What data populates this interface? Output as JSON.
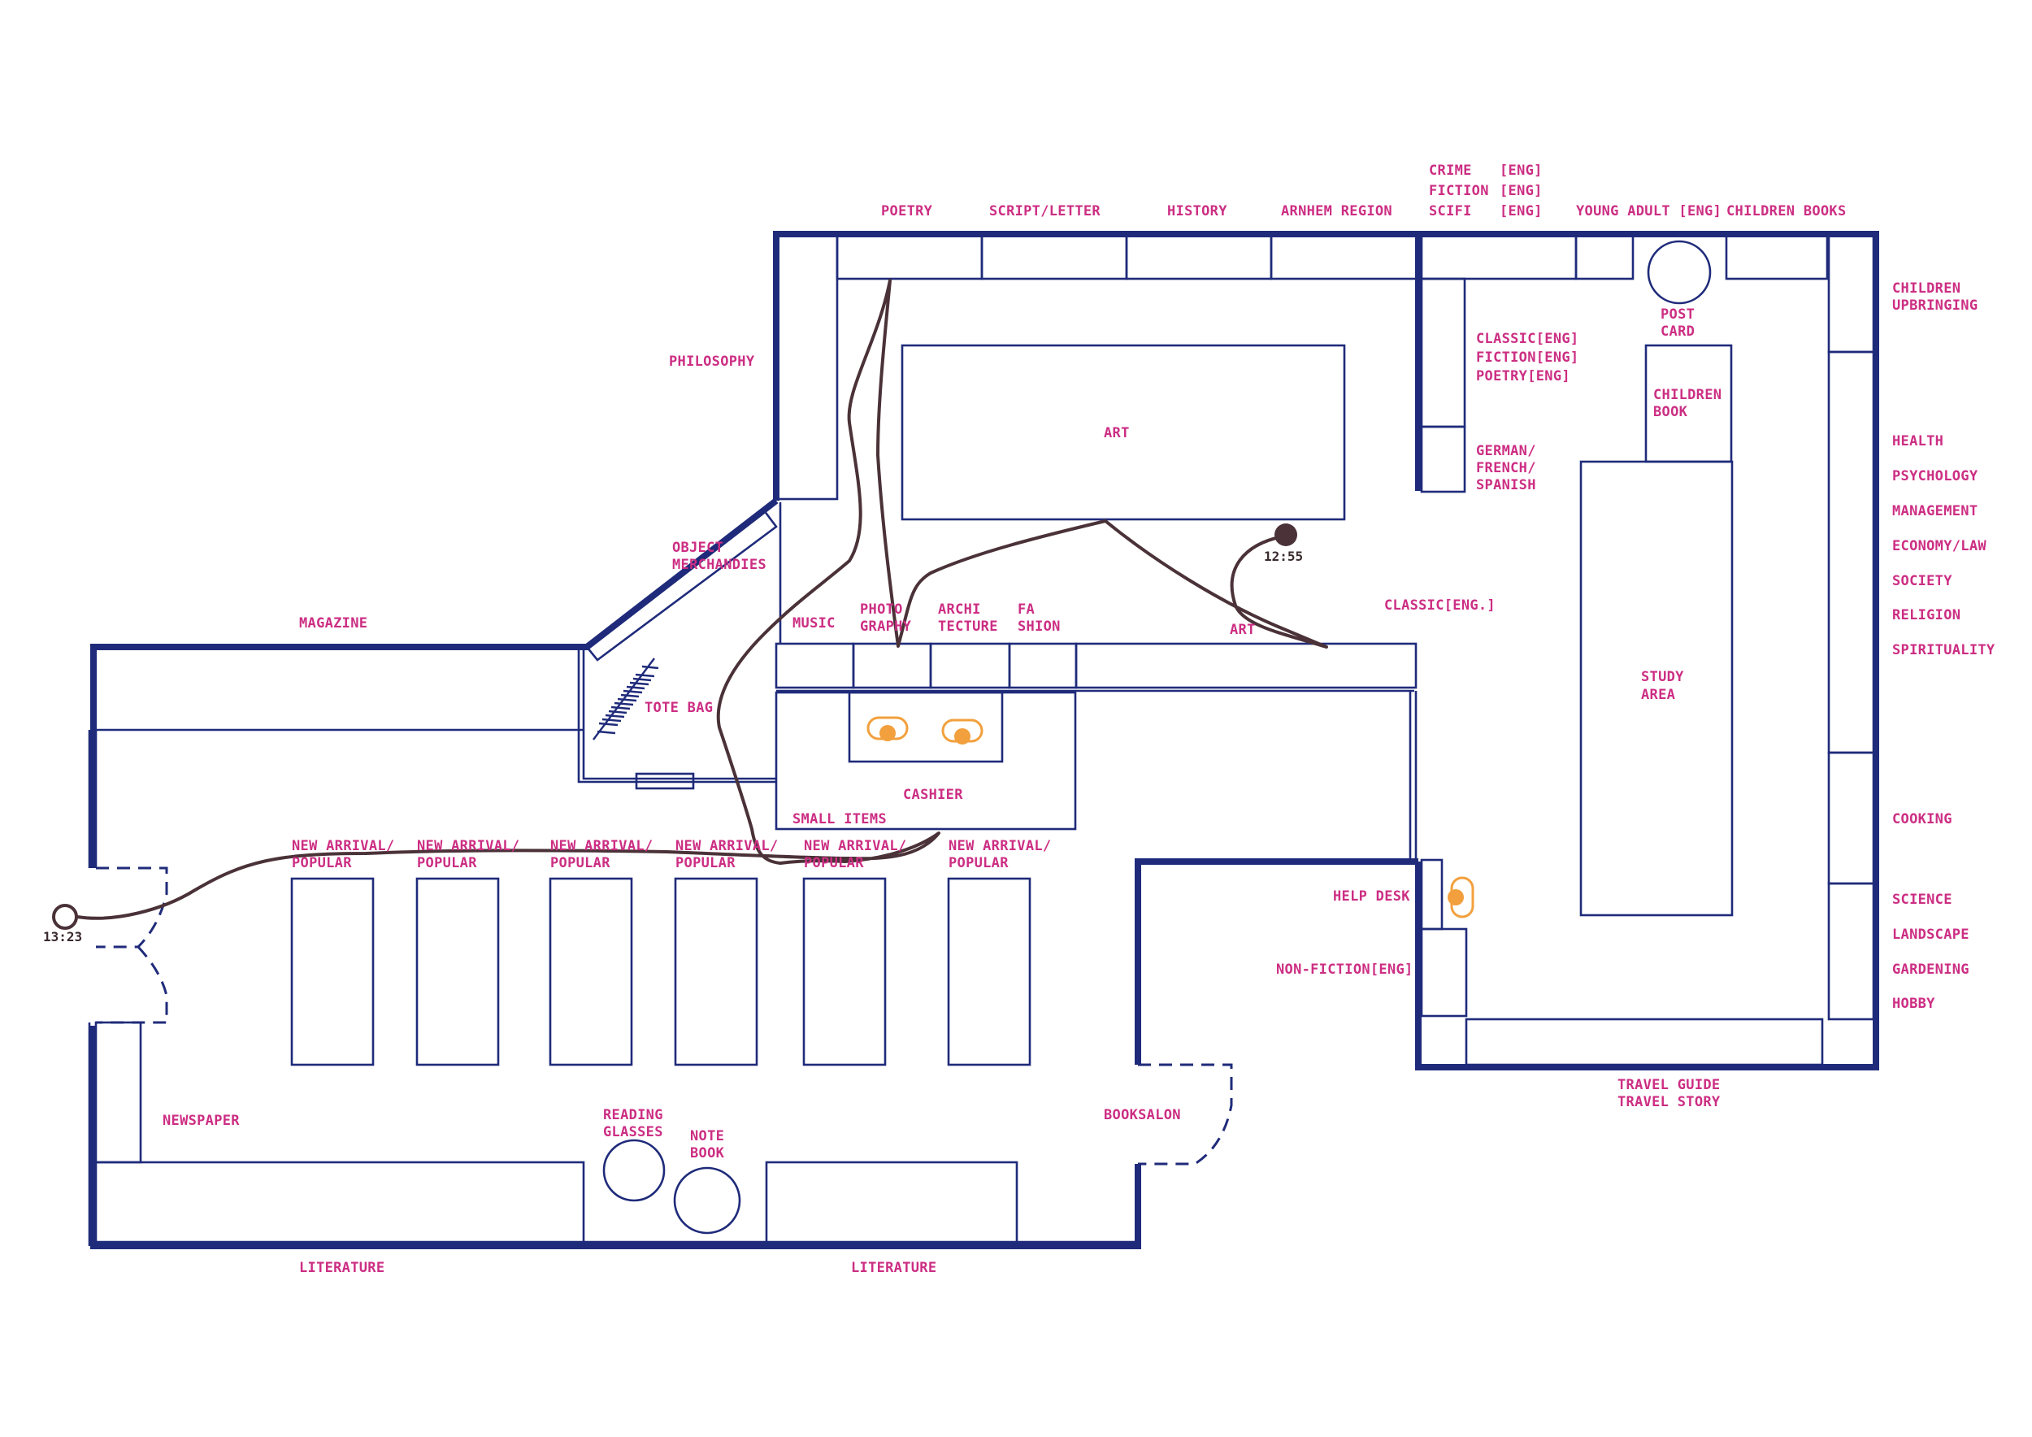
{
  "colors": {
    "wall": "#1f2b7a",
    "label": "#cc2e83",
    "path": "#4a3238",
    "staff": "#f2a03d"
  },
  "labels": {
    "poetry": "POETRY",
    "script_letter": "SCRIPT/LETTER",
    "history": "HISTORY",
    "arnhem_region": "ARNHEM REGION",
    "crime": "CRIME",
    "fiction": "FICTION",
    "scifi": "SCIFI",
    "eng": "[ENG]",
    "young_adult": "YOUNG ADULT [ENG]",
    "children_books": "CHILDREN BOOKS",
    "children_upbringing_1": "CHILDREN",
    "children_upbringing_2": "UPBRINGING",
    "post_card_1": "POST",
    "post_card_2": "CARD",
    "classic_eng_1": "CLASSIC[ENG]",
    "fiction_eng": "FICTION[ENG]",
    "poetry_eng": "POETRY[ENG]",
    "children_book_1": "CHILDREN",
    "children_book_2": "BOOK",
    "philosophy": "PHILOSOPHY",
    "art_table": "ART",
    "german": "GERMAN/",
    "french": "FRENCH/",
    "spanish": "SPANISH",
    "health": "HEALTH",
    "psychology": "PSYCHOLOGY",
    "management": "MANAGEMENT",
    "economy_law": "ECONOMY/LAW",
    "society": "SOCIETY",
    "religion": "RELIGION",
    "spirituality": "SPIRITUALITY",
    "object_1": "OBJECT",
    "object_2": "MERCHANDIES",
    "magazine": "MAGAZINE",
    "music": "MUSIC",
    "photo_1": "PHOTO",
    "photo_2": "GRAPHY",
    "archi_1": "ARCHI",
    "archi_2": "TECTURE",
    "fashion_1": "FA",
    "fashion_2": "SHION",
    "art_shelf": "ART",
    "classic_eng_dot": "CLASSIC[ENG.]",
    "study_1": "STUDY",
    "study_2": "AREA",
    "tote_bag": "TOTE BAG",
    "cashier": "CASHIER",
    "small_items": "SMALL ITEMS",
    "cooking": "COOKING",
    "new_arrival": "NEW ARRIVAL/",
    "popular": "POPULAR",
    "help_desk": "HELP DESK",
    "science": "SCIENCE",
    "landscape": "LANDSCAPE",
    "gardening": "GARDENING",
    "hobby": "HOBBY",
    "non_fiction": "NON-FICTION[ENG]",
    "travel_guide": "TRAVEL GUIDE",
    "travel_story": "TRAVEL STORY",
    "newspaper": "NEWSPAPER",
    "reading_1": "READING",
    "reading_2": "GLASSES",
    "note_1": "NOTE",
    "note_2": "BOOK",
    "booksalon": "BOOKSALON",
    "literature": "LITERATURE"
  },
  "timestamps": {
    "start": "13:23",
    "end": "12:55"
  }
}
